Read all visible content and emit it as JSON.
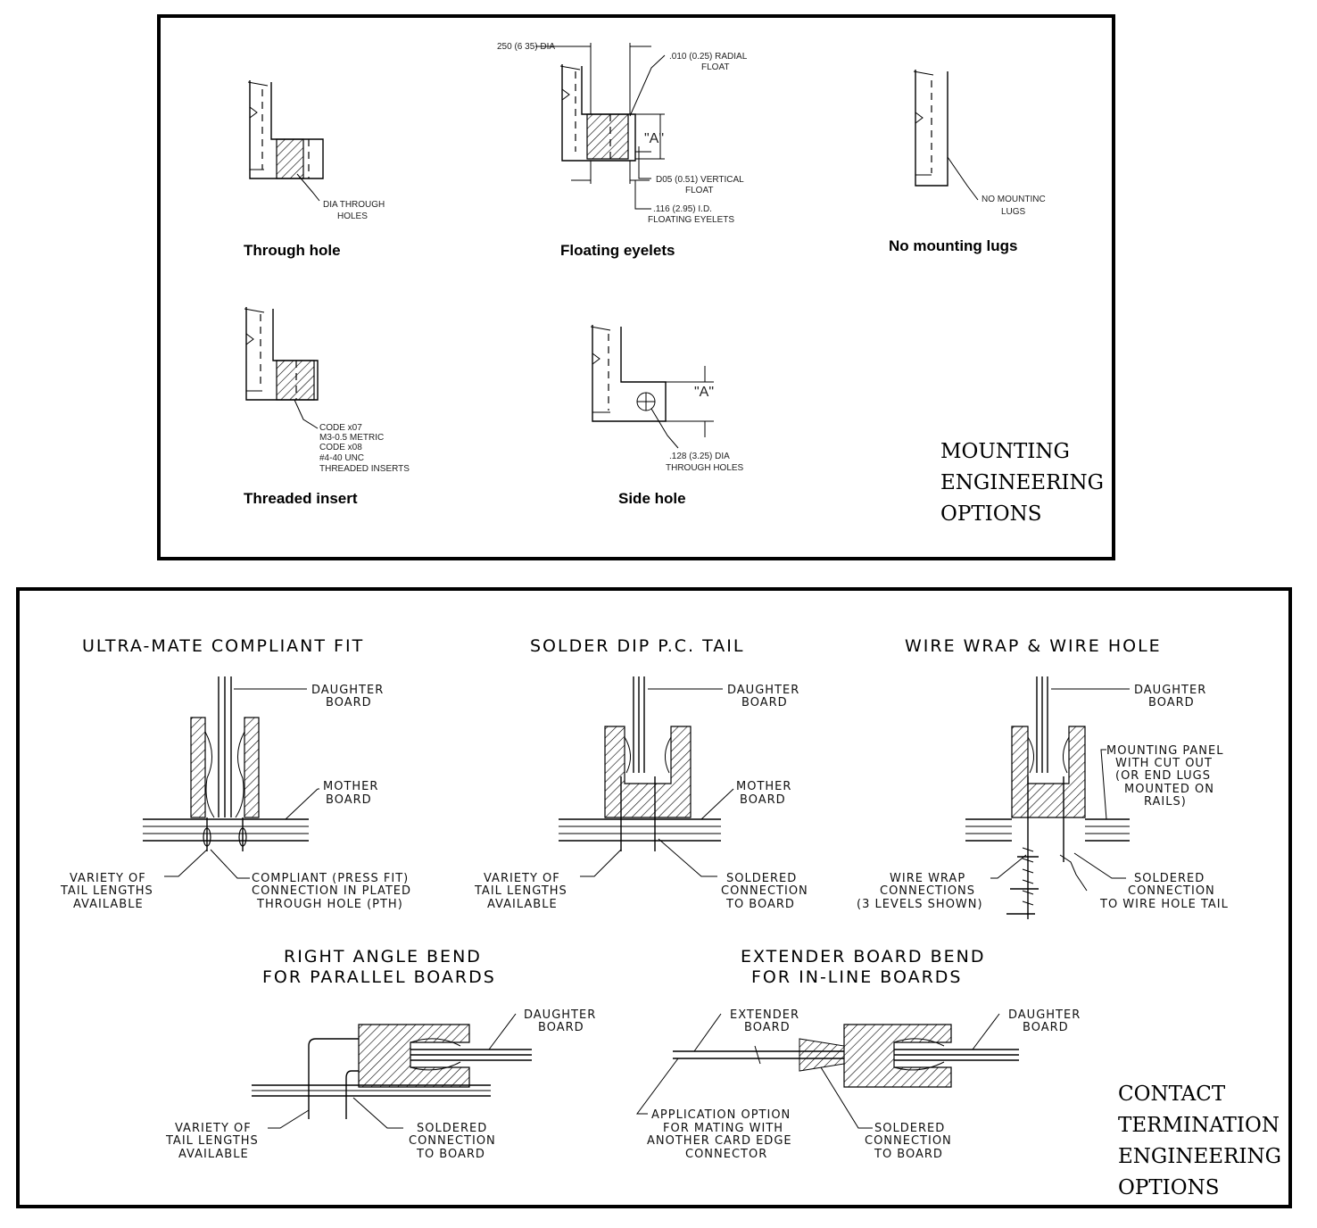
{
  "mounting": {
    "title_lines": [
      "MOUNTING",
      "ENGINEERING",
      "OPTIONS"
    ],
    "options": {
      "through_hole": {
        "caption": "Through hole",
        "notes": [
          "DIA THROUGH",
          "HOLES"
        ]
      },
      "floating_eyelets": {
        "caption": "Floating eyelets",
        "dia_note": "250 (6 35) DIA",
        "radial_float": [
          ".010 (0.25) RADIAL",
          "FLOAT"
        ],
        "a_label": "\"A\"",
        "vertical_float": [
          "D05 (0.51) VERTICAL",
          "FLOAT"
        ],
        "id_note": [
          ".116 (2.95) I.D.",
          "FLOATING EYELETS"
        ]
      },
      "no_mounting_lugs": {
        "caption": "No mounting lugs",
        "notes": [
          "NO MOUNTINC",
          "LUGS"
        ]
      },
      "threaded_insert": {
        "caption": "Threaded insert",
        "notes": [
          "CODE x07",
          "M3-0.5 METRIC",
          "CODE x08",
          "#4-40 UNC",
          "THREADED INSERTS"
        ]
      },
      "side_hole": {
        "caption": "Side hole",
        "a_label": "\"A\"",
        "notes": [
          ".128 (3.25) DIA",
          "THROUGH HOLES"
        ]
      }
    }
  },
  "contact": {
    "title_lines": [
      "CONTACT",
      "TERMINATION",
      "ENGINEERING",
      "OPTIONS"
    ],
    "options": {
      "ultra_mate": {
        "title": "ULTRA-MATE COMPLIANT FIT",
        "daughter": [
          "DAUGHTER",
          "BOARD"
        ],
        "mother": [
          "MOTHER",
          "BOARD"
        ],
        "variety": [
          "VARIETY OF",
          "TAIL LENGTHS",
          "AVAILABLE"
        ],
        "compliant": [
          "COMPLIANT (PRESS FIT)",
          "CONNECTION IN PLATED",
          "THROUGH HOLE (PTH)"
        ]
      },
      "solder_dip": {
        "title": "SOLDER DIP P.C. TAIL",
        "daughter": [
          "DAUGHTER",
          "BOARD"
        ],
        "mother": [
          "MOTHER",
          "BOARD"
        ],
        "variety": [
          "VARIETY OF",
          "TAIL LENGTHS",
          "AVAILABLE"
        ],
        "soldered": [
          "SOLDERED",
          "CONNECTION",
          "TO BOARD"
        ]
      },
      "wire_wrap": {
        "title": "WIRE WRAP & WIRE HOLE",
        "daughter": [
          "DAUGHTER",
          "BOARD"
        ],
        "panel": [
          "MOUNTING PANEL",
          "WITH CUT OUT",
          "(OR END LUGS",
          "MOUNTED ON",
          "RAILS)"
        ],
        "wire_wrap": [
          "WIRE WRAP",
          "CONNECTIONS",
          "(3 LEVELS SHOWN)"
        ],
        "soldered": [
          "SOLDERED",
          "CONNECTION",
          "TO WIRE HOLE TAIL"
        ]
      },
      "right_angle": {
        "title": [
          "RIGHT ANGLE BEND",
          "FOR PARALLEL BOARDS"
        ],
        "daughter": [
          "DAUGHTER",
          "BOARD"
        ],
        "variety": [
          "VARIETY OF",
          "TAIL LENGTHS",
          "AVAILABLE"
        ],
        "soldered": [
          "SOLDERED",
          "CONNECTION",
          "TO BOARD"
        ]
      },
      "extender": {
        "title": [
          "EXTENDER BOARD BEND",
          "FOR IN-LINE BOARDS"
        ],
        "extender": [
          "EXTENDER",
          "BOARD"
        ],
        "daughter": [
          "DAUGHTER",
          "BOARD"
        ],
        "application": [
          "APPLICATION OPTION",
          "FOR MATING WITH",
          "ANOTHER CARD EDGE",
          "CONNECTOR"
        ],
        "soldered": [
          "SOLDERED",
          "CONNECTION",
          "TO BOARD"
        ]
      }
    }
  }
}
